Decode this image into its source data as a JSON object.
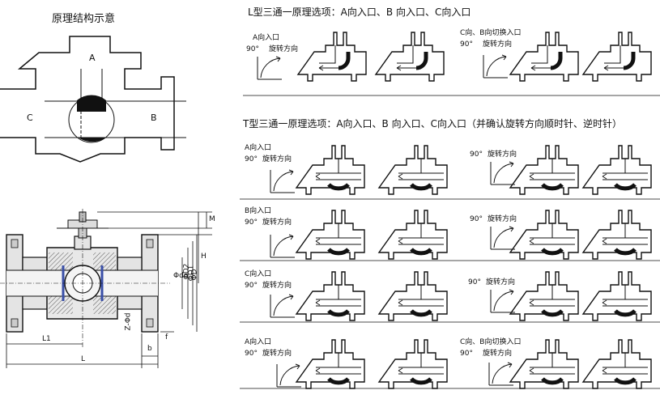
{
  "principle_title": "原理结构示意",
  "port_labels": {
    "a": "A",
    "b": "B",
    "c": "C"
  },
  "l_section": {
    "title": "L型三通一原理选项：A向入口、B 向入口、C向入口",
    "group_a": {
      "inlet": "A向入口",
      "angle": "90°",
      "rotation": "旋转方向"
    },
    "group_cb": {
      "inlet": "C向、B向切换入口",
      "angle": "90°",
      "rotation": "旋转方向"
    }
  },
  "t_section": {
    "title": "T型三通一原理选项：A向入口、B 向入口、C向入口（并确认旋转方向顺时针、逆时针）",
    "rows": [
      {
        "left_inlet": "A向入口",
        "left_angle": "90°",
        "left_rotation": "旋转方向",
        "right_angle": "90°",
        "right_rotation": "旋转方向"
      },
      {
        "left_inlet": "B向入口",
        "left_angle": "90°",
        "left_rotation": "旋转方向",
        "right_angle": "90°",
        "right_rotation": "旋转方向"
      },
      {
        "left_inlet": "C向入口",
        "left_angle": "90°",
        "left_rotation": "旋转方向",
        "right_angle": "90°",
        "right_rotation": "旋转方向"
      },
      {
        "left_inlet": "A向入口",
        "left_angle": "90°",
        "left_rotation": "旋转方向",
        "right_inlet": "C向、B向切换入口",
        "right_angle": "90°",
        "right_rotation": "旋转方向"
      }
    ]
  },
  "dimensions": {
    "m": "M",
    "h": "H",
    "do": "Φdo",
    "d2": "ΦD2",
    "d1": "ΦD1",
    "d": "ΦD",
    "z": "Z-Φd",
    "f": "f",
    "b": "b",
    "l1": "L1",
    "l": "L"
  }
}
